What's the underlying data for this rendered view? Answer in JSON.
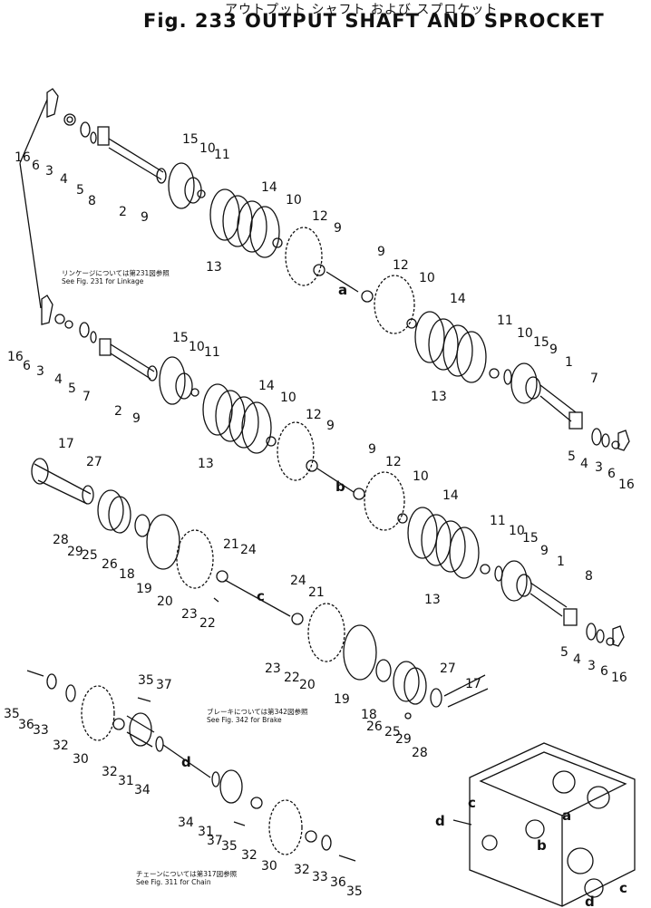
{
  "header": {
    "jp_title": "アウトプット シャフト および スプロケット",
    "fig_title": "Fig. 233  OUTPUT SHAFT AND SPROCKET"
  },
  "notes": {
    "linkage_jp": "リンケージについては第231図参照",
    "linkage_en": "See Fig. 231 for Linkage",
    "brake_jp": "ブレーキについては第342図参照",
    "brake_en": "See Fig. 342 for Brake",
    "chain_jp": "チェーンについては第317図参照",
    "chain_en": "See Fig. 311 for Chain"
  },
  "callouts": [
    {
      "text": "16"
    },
    {
      "text": "6"
    },
    {
      "text": "3"
    },
    {
      "text": "4"
    },
    {
      "text": "5"
    },
    {
      "text": "8"
    },
    {
      "text": "2"
    },
    {
      "text": "9"
    },
    {
      "text": "15"
    },
    {
      "text": "10"
    },
    {
      "text": "11"
    },
    {
      "text": "14"
    },
    {
      "text": "10"
    },
    {
      "text": "12"
    },
    {
      "text": "9"
    },
    {
      "text": "13"
    },
    {
      "text": "9"
    },
    {
      "text": "12"
    },
    {
      "text": "10"
    },
    {
      "text": "14"
    },
    {
      "text": "11"
    },
    {
      "text": "10"
    },
    {
      "text": "15"
    },
    {
      "text": "9"
    },
    {
      "text": "1"
    },
    {
      "text": "7"
    },
    {
      "text": "13"
    },
    {
      "text": "5"
    },
    {
      "text": "4"
    },
    {
      "text": "3"
    },
    {
      "text": "6"
    },
    {
      "text": "16"
    },
    {
      "text": "16"
    },
    {
      "text": "6"
    },
    {
      "text": "3"
    },
    {
      "text": "4"
    },
    {
      "text": "5"
    },
    {
      "text": "7"
    },
    {
      "text": "2"
    },
    {
      "text": "9"
    },
    {
      "text": "15"
    },
    {
      "text": "10"
    },
    {
      "text": "11"
    },
    {
      "text": "14"
    },
    {
      "text": "10"
    },
    {
      "text": "12"
    },
    {
      "text": "9"
    },
    {
      "text": "13"
    },
    {
      "text": "9"
    },
    {
      "text": "12"
    },
    {
      "text": "10"
    },
    {
      "text": "14"
    },
    {
      "text": "11"
    },
    {
      "text": "10"
    },
    {
      "text": "15"
    },
    {
      "text": "9"
    },
    {
      "text": "1"
    },
    {
      "text": "8"
    },
    {
      "text": "13"
    },
    {
      "text": "5"
    },
    {
      "text": "4"
    },
    {
      "text": "3"
    },
    {
      "text": "6"
    },
    {
      "text": "16"
    },
    {
      "text": "17"
    },
    {
      "text": "27"
    },
    {
      "text": "28"
    },
    {
      "text": "29"
    },
    {
      "text": "25"
    },
    {
      "text": "26"
    },
    {
      "text": "18"
    },
    {
      "text": "19"
    },
    {
      "text": "20"
    },
    {
      "text": "21"
    },
    {
      "text": "24"
    },
    {
      "text": "23"
    },
    {
      "text": "22"
    },
    {
      "text": "24"
    },
    {
      "text": "21"
    },
    {
      "text": "23"
    },
    {
      "text": "22"
    },
    {
      "text": "20"
    },
    {
      "text": "19"
    },
    {
      "text": "18"
    },
    {
      "text": "26"
    },
    {
      "text": "25"
    },
    {
      "text": "27"
    },
    {
      "text": "17"
    },
    {
      "text": "29"
    },
    {
      "text": "28"
    },
    {
      "text": "35"
    },
    {
      "text": "36"
    },
    {
      "text": "33"
    },
    {
      "text": "32"
    },
    {
      "text": "30"
    },
    {
      "text": "35"
    },
    {
      "text": "37"
    },
    {
      "text": "32"
    },
    {
      "text": "31"
    },
    {
      "text": "34"
    },
    {
      "text": "34"
    },
    {
      "text": "31"
    },
    {
      "text": "37"
    },
    {
      "text": "35"
    },
    {
      "text": "32"
    },
    {
      "text": "30"
    },
    {
      "text": "32"
    },
    {
      "text": "33"
    },
    {
      "text": "36"
    },
    {
      "text": "35"
    }
  ],
  "connectors": [
    {
      "text": "a"
    },
    {
      "text": "b"
    },
    {
      "text": "c"
    },
    {
      "text": "d"
    },
    {
      "text": "c"
    },
    {
      "text": "a"
    },
    {
      "text": "d"
    },
    {
      "text": "b"
    },
    {
      "text": "c"
    },
    {
      "text": "d"
    }
  ]
}
